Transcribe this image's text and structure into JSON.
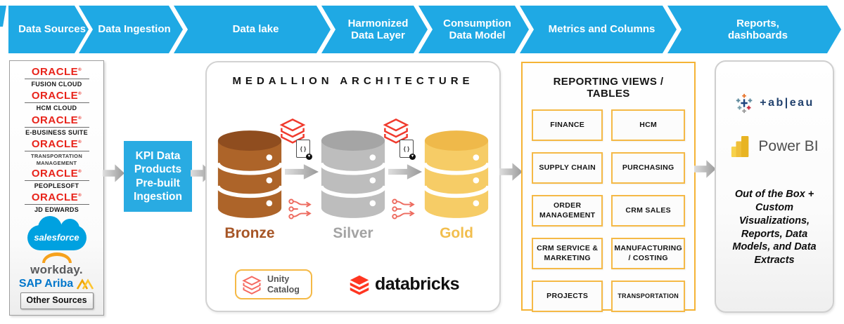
{
  "colors": {
    "banner_blue": "#1FA9E4",
    "kpi_blue": "#29ABE2",
    "gold_border": "#F5B335",
    "oracle_red": "#E8231A",
    "bronze": "#AD6429",
    "silver": "#BDBDBD",
    "gold": "#F6CC66",
    "databricks_red": "#FF3621",
    "salesforce_blue": "#00A1E0",
    "workday_orange": "#F6A21D",
    "sap_ariba_blue": "#0076CB",
    "tableau_navy": "#22426E",
    "powerbi_yellow": "#F2C811",
    "arrow_gray": "#A6A6A6"
  },
  "banner": {
    "stages": [
      {
        "label": "Data Sources"
      },
      {
        "label": "Data Ingestion"
      },
      {
        "label": "Data lake"
      },
      {
        "label": "Harmonized Data Layer"
      },
      {
        "label": "Consumption Data Model"
      },
      {
        "label": "Metrics and Columns"
      },
      {
        "label": "Reports, dashboards"
      }
    ]
  },
  "sources": {
    "reg": "®",
    "oracle_items": [
      {
        "brand": "ORACLE",
        "product": "FUSION CLOUD"
      },
      {
        "brand": "ORACLE",
        "product": "HCM CLOUD"
      },
      {
        "brand": "ORACLE",
        "product": "E-BUSINESS SUITE"
      },
      {
        "brand": "ORACLE",
        "product": "TRANSPORTATION MANAGEMENT"
      },
      {
        "brand": "ORACLE",
        "product": "PEOPLESOFT"
      },
      {
        "brand": "ORACLE",
        "product": "JD EDWARDS"
      }
    ],
    "salesforce": "salesforce",
    "workday": "workday.",
    "sap_ariba": "SAP Ariba",
    "other": "Other Sources"
  },
  "ingestion": {
    "kpi_label": "KPI Data Products Pre-built Ingestion"
  },
  "medallion": {
    "title": "MEDALLION ARCHITECTURE",
    "layers": [
      {
        "name": "Bronze"
      },
      {
        "name": "Silver"
      },
      {
        "name": "Gold"
      }
    ],
    "json_icon_text": "{ }",
    "unity_catalog": "Unity Catalog",
    "databricks": "databricks"
  },
  "reporting": {
    "title": "REPORTING VIEWS / TABLES",
    "boxes": [
      "FINANCE",
      "HCM",
      "SUPPLY CHAIN",
      "PURCHASING",
      "ORDER MANAGEMENT",
      "CRM SALES",
      "CRM SERVICE & MARKETING",
      "MANUFACTURING / COSTING",
      "PROJECTS",
      "TRANSPORTATION"
    ]
  },
  "outputs": {
    "tableau": "+ab|eau",
    "powerbi": "Power BI",
    "description": "Out of the Box + Custom Visualizations, Reports, Data Models, and Data Extracts"
  }
}
